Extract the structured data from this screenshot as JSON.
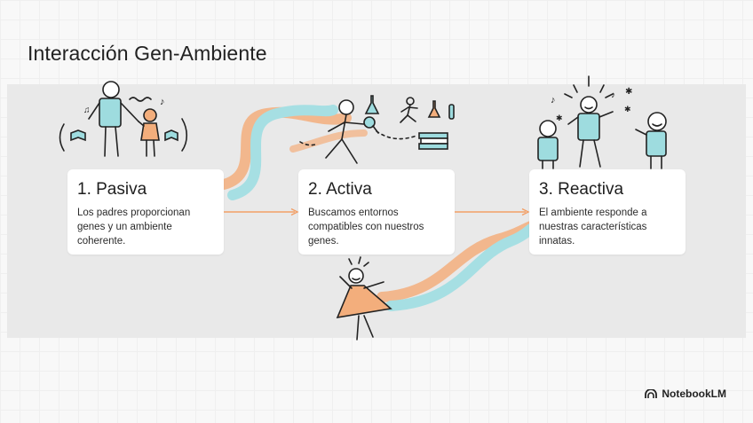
{
  "title": "Interacción Gen-Ambiente",
  "steps": [
    {
      "heading": "1. Pasiva",
      "description": "Los padres proporcionan genes y un ambiente coherente."
    },
    {
      "heading": "2. Activa",
      "description": "Buscamos entornos compatibles con nuestros genes."
    },
    {
      "heading": "3. Reactiva",
      "description": "El ambiente responde a nuestras características innatas."
    }
  ],
  "brand": {
    "name": "NotebookLM",
    "logo_icon": "notebooklm-logo-icon"
  },
  "colors": {
    "ribbon_teal": "#a6dfe3",
    "ribbon_orange": "#f3ae7c",
    "figure_teal": "#9edcdf",
    "arrow_orange": "#f29f66"
  }
}
